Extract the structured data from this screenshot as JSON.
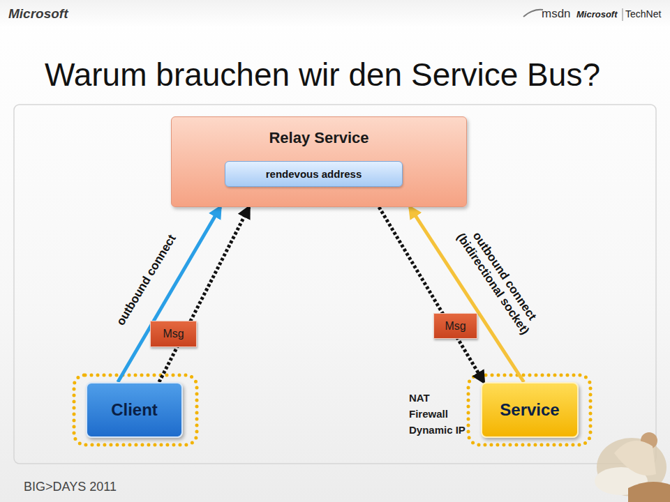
{
  "diagram": {
    "title": "Warum brauchen wir den Service Bus?",
    "nodes": [
      {
        "text": [
          "Relay Service"
        ]
      },
      {
        "text": [
          "rendevous address"
        ],
        "in": 0
      },
      {
        "text": [
          "Client"
        ]
      },
      {
        "text": [
          "Service"
        ]
      },
      {
        "text": [
          "Msg"
        ]
      },
      {
        "text": [
          "Msg"
        ]
      }
    ],
    "edges": [
      {
        "from": 2,
        "to": 0,
        "arrow": "to",
        "label": "outbound connect"
      },
      {
        "from": 2,
        "to": 0,
        "arrow": "to"
      },
      {
        "from": 0,
        "to": 3,
        "arrow": "to"
      },
      {
        "from": 3,
        "to": 0,
        "arrow": "to",
        "label": "outbound connect (bidirectional socket)"
      }
    ],
    "labels": [
      "Microsoft",
      "msdn",
      "Microsoft",
      "TechNet",
      "NAT",
      "Firewall",
      "Dynamic IP",
      "BIG>DAYS 2011"
    ]
  }
}
